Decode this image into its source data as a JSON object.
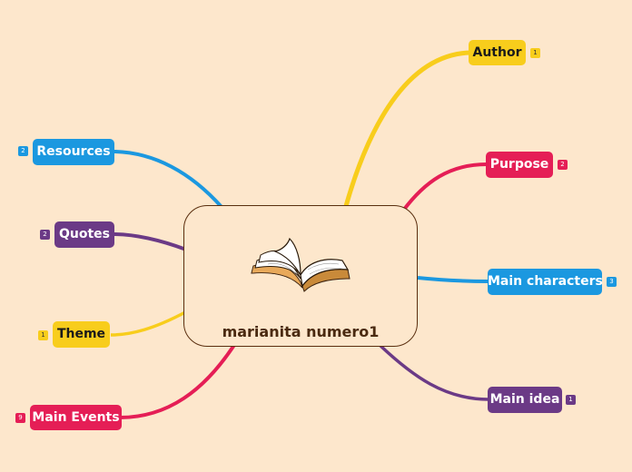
{
  "center": {
    "title": "marianita numero1",
    "image": "open-book"
  },
  "colors": {
    "yellow": "#f8cd1c",
    "red": "#e51e56",
    "blue": "#1b98e0",
    "purple": "#6b3a86",
    "background": "#fde7cc",
    "center_border": "#5a2e0e"
  },
  "topics": {
    "author": {
      "label": "Author",
      "count": "1"
    },
    "purpose": {
      "label": "Purpose",
      "count": "2"
    },
    "main_characters": {
      "label": "Main characters",
      "count": "3"
    },
    "main_idea": {
      "label": "Main idea",
      "count": "1"
    },
    "resources": {
      "label": "Resources",
      "count": "2"
    },
    "quotes": {
      "label": "Quotes",
      "count": "2"
    },
    "theme": {
      "label": "Theme",
      "count": "1"
    },
    "main_events": {
      "label": "Main Events",
      "count": "9"
    }
  }
}
